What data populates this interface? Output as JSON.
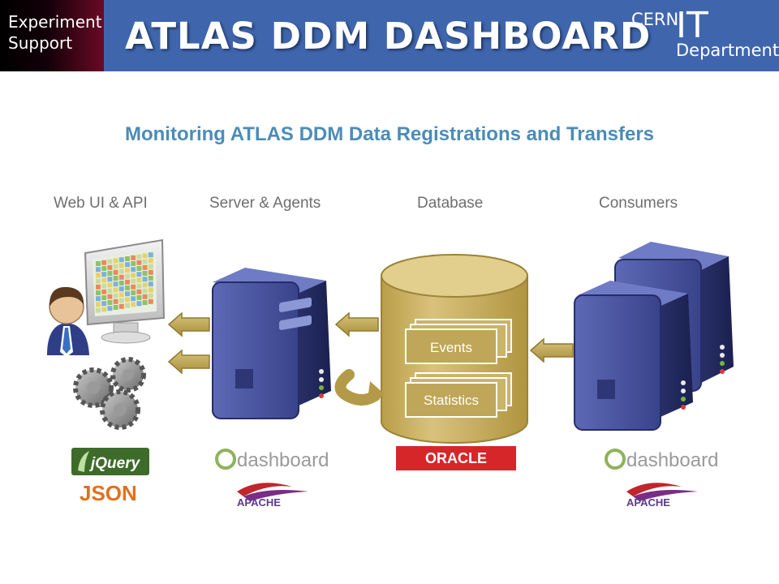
{
  "header": {
    "experiment_line1": "Experiment",
    "experiment_line2": "Support",
    "title": "ATLAS DDM DASHBOARD",
    "cern": "CERN",
    "it": "IT",
    "department": "Department"
  },
  "subtitle": "Monitoring ATLAS DDM Data Registrations and Transfers",
  "columns": {
    "web_ui": "Web UI & API",
    "server": "Server & Agents",
    "database": "Database",
    "consumers": "Consumers"
  },
  "database": {
    "events": "Events",
    "statistics": "Statistics"
  },
  "logos": {
    "jquery": "jQuery",
    "json": "JSON",
    "dashboard": "dashboard",
    "oracle": "ORACLE",
    "apache": "APACHE"
  },
  "colors": {
    "header_bg": "#3f66ad",
    "subtitle": "#4a8cb8",
    "arrow": "#c7b165",
    "cylinder": "#c9b060",
    "server": "#4b57a3"
  }
}
